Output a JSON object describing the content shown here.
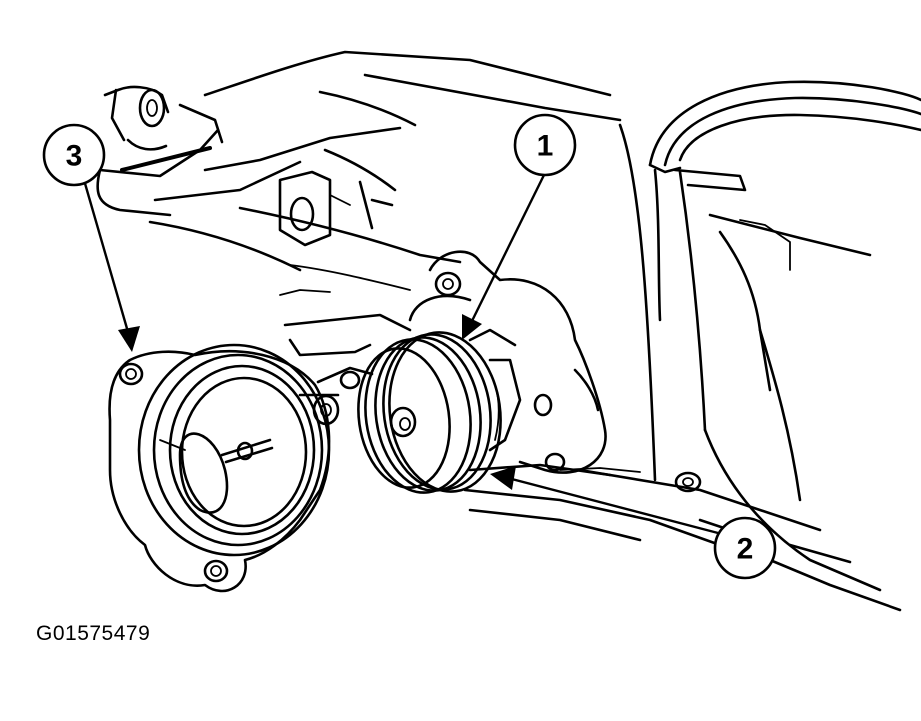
{
  "callouts": [
    {
      "id": "1",
      "label": "1"
    },
    {
      "id": "2",
      "label": "2"
    },
    {
      "id": "3",
      "label": "3"
    }
  ],
  "figure_code": "G01575479"
}
